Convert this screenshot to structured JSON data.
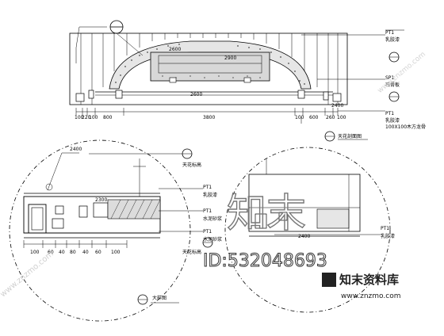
{
  "elevation": {
    "labels": {
      "lamp_top": "2600",
      "lamp_inner": "2900",
      "ceiling_height": "2600",
      "ceiling_right": "2400"
    },
    "dims": [
      "100",
      "220",
      "100",
      "800",
      "3800",
      "100",
      "600",
      "260",
      "100"
    ],
    "tags_right": [
      {
        "code": "PT1",
        "text": "乳胶漆"
      },
      {
        "code": "SP1",
        "text": "石膏板"
      },
      {
        "code": "PT1",
        "text": "乳胶漆"
      }
    ],
    "note_right": "100X100木方龙骨",
    "title": "天花剖面图"
  },
  "detail_left": {
    "label_top": "2400",
    "label_inner": "2300",
    "tags": [
      {
        "code": "PT1",
        "text": "乳胶漆"
      },
      {
        "code": "PT1",
        "text": "水泥砂浆"
      },
      {
        "code": "PT1",
        "text": "水泥砂浆"
      }
    ],
    "dims": [
      "100",
      "60",
      "40",
      "80",
      "40",
      "60",
      "100"
    ],
    "title": "大样图",
    "note_top": "天花标高",
    "note_bottom": "天花标高"
  },
  "detail_right": {
    "tag": {
      "code": "PT1",
      "text": "乳胶漆"
    },
    "label": "2400"
  },
  "watermark": {
    "id": "ID:532048693",
    "brand": "知末资料库",
    "url": "www.znzmo.com",
    "big": "知末"
  }
}
